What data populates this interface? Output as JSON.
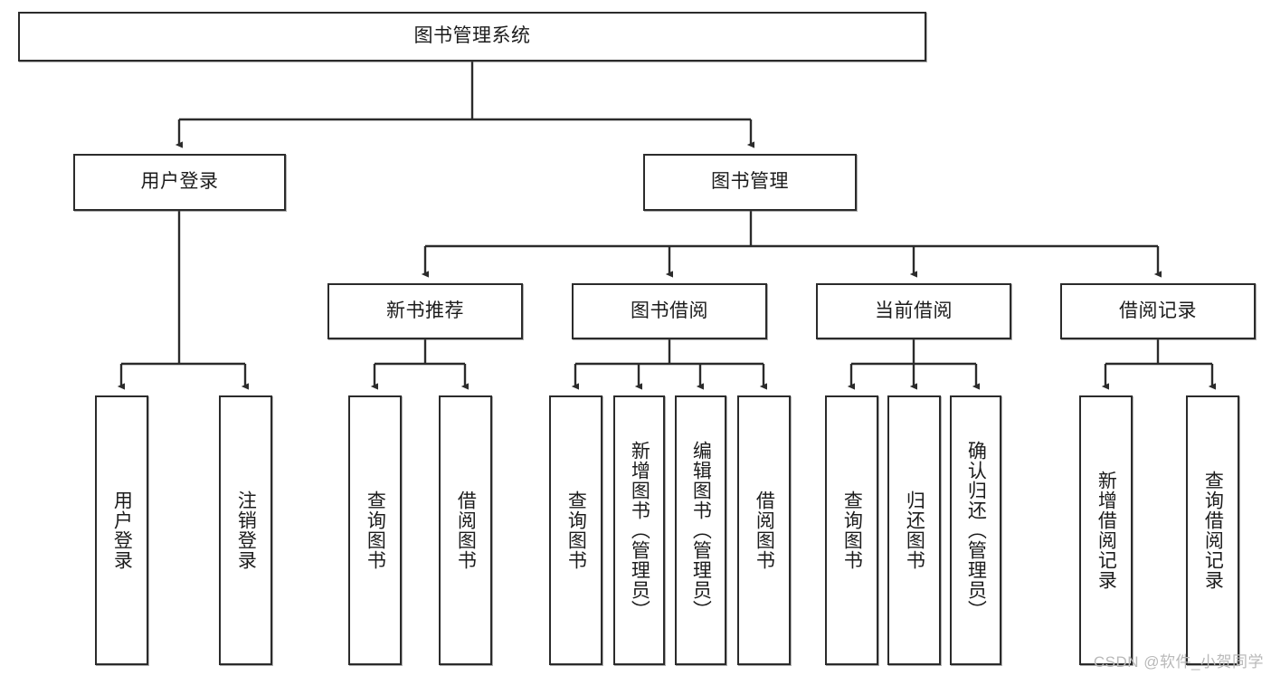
{
  "diagram": {
    "type": "tree-hierarchy",
    "title": "图书管理系统",
    "watermark": "CSDN @软件_小贺同学",
    "root": {
      "label": "图书管理系统"
    },
    "level2": [
      {
        "label": "用户登录"
      },
      {
        "label": "图书管理"
      }
    ],
    "level3": [
      {
        "label": "新书推荐"
      },
      {
        "label": "图书借阅"
      },
      {
        "label": "当前借阅"
      },
      {
        "label": "借阅记录"
      }
    ],
    "leaves": {
      "user_login": [
        {
          "label": "用户登录"
        },
        {
          "label": "注销登录"
        }
      ],
      "new_book_recommend": [
        {
          "label": "查询图书"
        },
        {
          "label": "借阅图书"
        }
      ],
      "book_borrow": [
        {
          "label": "查询图书"
        },
        {
          "label": "新增图书（管理员）"
        },
        {
          "label": "编辑图书（管理员）"
        },
        {
          "label": "借阅图书"
        }
      ],
      "current_borrow": [
        {
          "label": "查询图书"
        },
        {
          "label": "归还图书"
        },
        {
          "label": "确认归还（管理员）"
        }
      ],
      "borrow_record": [
        {
          "label": "新增借阅记录"
        },
        {
          "label": "查询借阅记录"
        }
      ]
    },
    "colors": {
      "stroke": "#2b2b2b",
      "fill": "#ffffff",
      "text": "#1c1c1c",
      "watermark": "#b9b9b9"
    }
  }
}
